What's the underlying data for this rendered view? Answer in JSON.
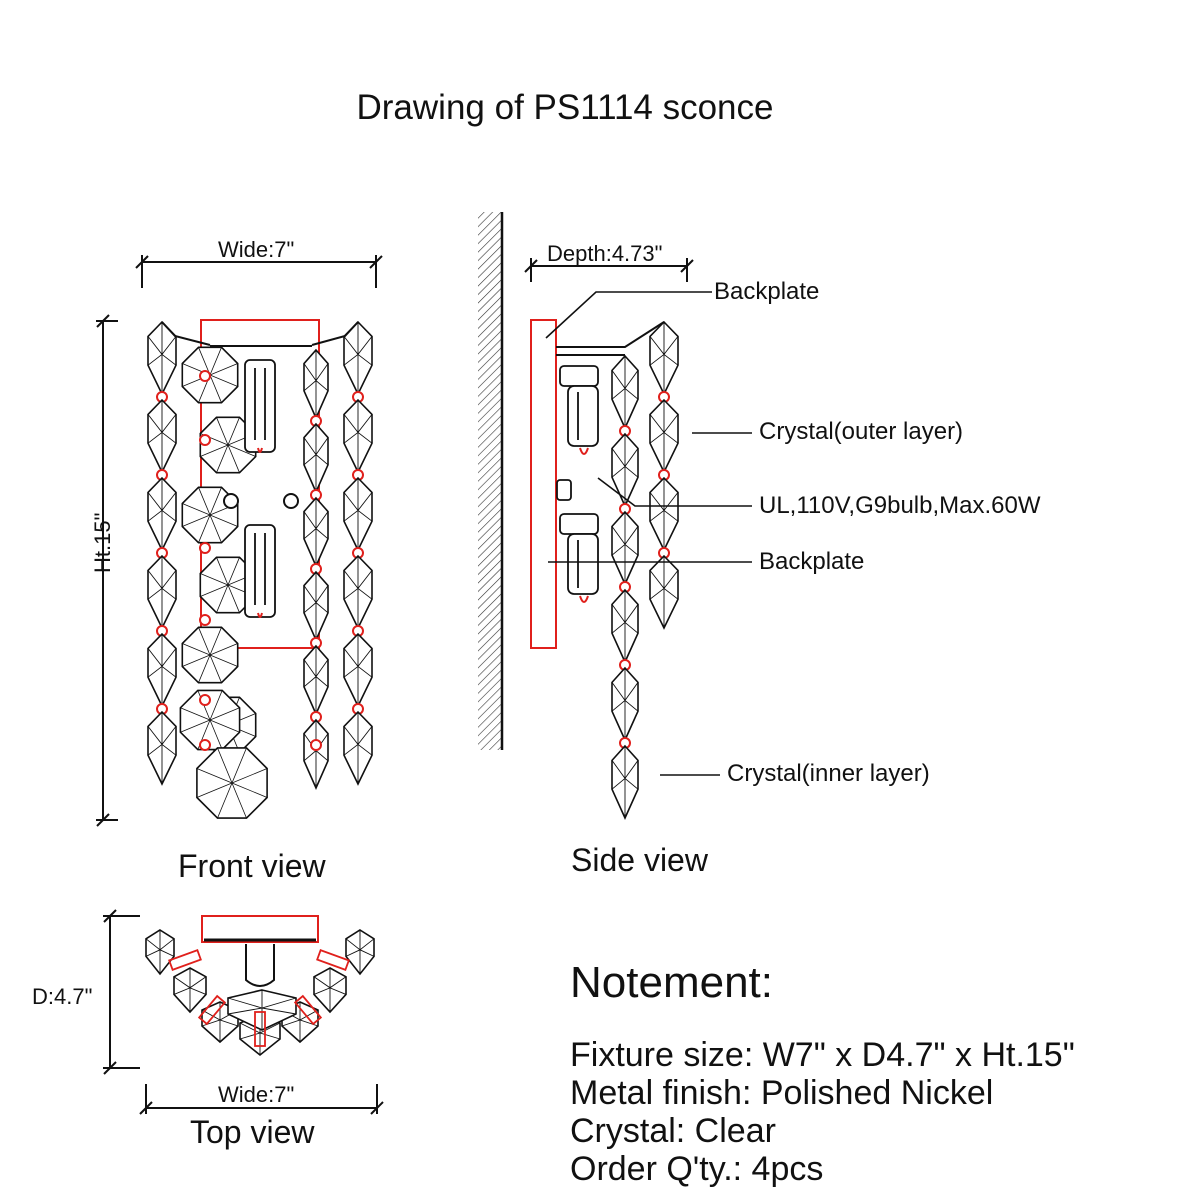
{
  "title": "Drawing of PS1114 sconce",
  "front_view": {
    "label": "Front view",
    "width_dim": "Wide:7\"",
    "height_dim": "Ht.15\""
  },
  "side_view": {
    "label": "Side view",
    "depth_dim": "Depth:4.73\"",
    "callouts": {
      "backplate_top": "Backplate",
      "crystal_outer": "Crystal(outer layer)",
      "bulb": "UL,110V,G9bulb,Max.60W",
      "backplate_mid": "Backplate",
      "crystal_inner": "Crystal(inner layer)"
    }
  },
  "top_view": {
    "label": "Top view",
    "depth_dim": "D:4.7\"",
    "width_dim": "Wide:7\""
  },
  "notes": {
    "heading": "Notement:",
    "lines": [
      "Fixture size: W7\" x D4.7\" x Ht.15\"",
      "Metal finish: Polished Nickel",
      "Crystal: Clear",
      "Order Q'ty.: 4pcs"
    ]
  },
  "colors": {
    "line": "#111111",
    "accent": "#e0201c"
  }
}
